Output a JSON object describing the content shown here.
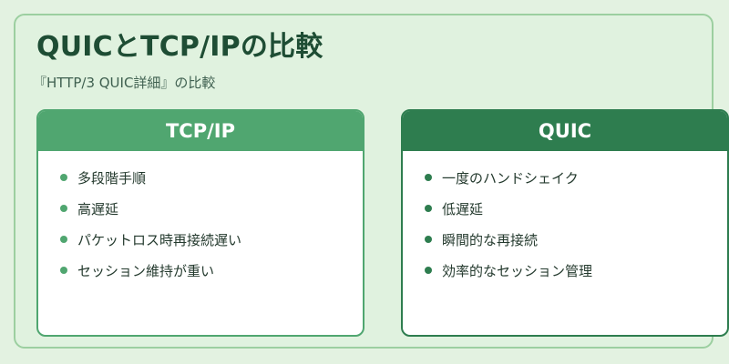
{
  "title": "QUICとTCP/IPの比較",
  "subtitle": "『HTTP/3 QUIC詳細』の比較",
  "cards": [
    {
      "header": "TCP/IP",
      "items": [
        "多段階手順",
        "高遅延",
        "パケットロス時再接続遅い",
        "セッション維持が重い"
      ]
    },
    {
      "header": "QUIC",
      "items": [
        "一度のハンドシェイク",
        "低遅延",
        "瞬間的な再接続",
        "効率的なセッション管理"
      ]
    }
  ],
  "colors": {
    "tcp_accent": "#50a670",
    "quic_accent": "#2e7d4f",
    "background": "#e0f2df",
    "title_text": "#1e4d34"
  }
}
